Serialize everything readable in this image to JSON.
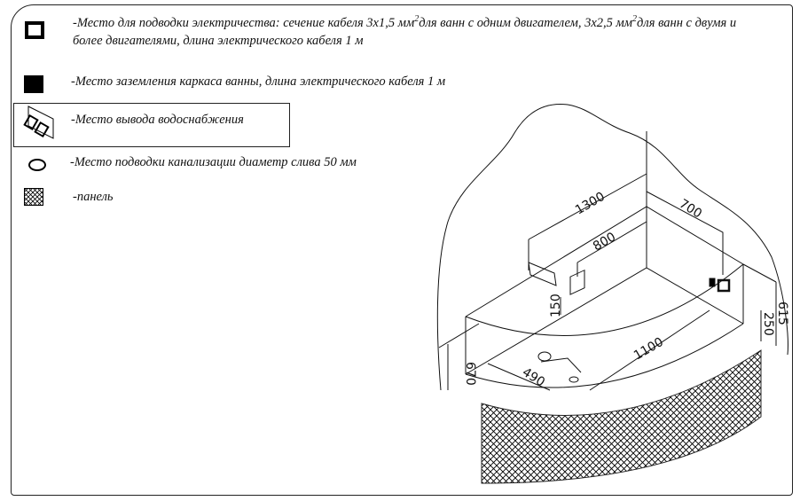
{
  "legend": {
    "electric_line1": "-Место для подводки электричества: сечение кабеля 3х1,5 мм",
    "electric_sup1": "2",
    "electric_mid": "для ванн с одним двигателем, 3х2,5 мм",
    "electric_sup2": "2",
    "electric_end": "для ванн с двумя и",
    "electric_line2": "более двигателями, длина электрического кабеля 1 м",
    "ground": "-Место заземления каркаса ванны, длина электрического кабеля 1 м",
    "water": "-Место вывода водоснабжения",
    "drain": "-Место подводки канализации диаметр слива 50 мм",
    "panel": "-панель"
  },
  "dimensions": {
    "d1300": "1300",
    "d800": "800",
    "d700": "700",
    "d150": "150",
    "d615": "615",
    "d250": "250",
    "d1100": "1100",
    "d490": "490",
    "d670": "670"
  }
}
